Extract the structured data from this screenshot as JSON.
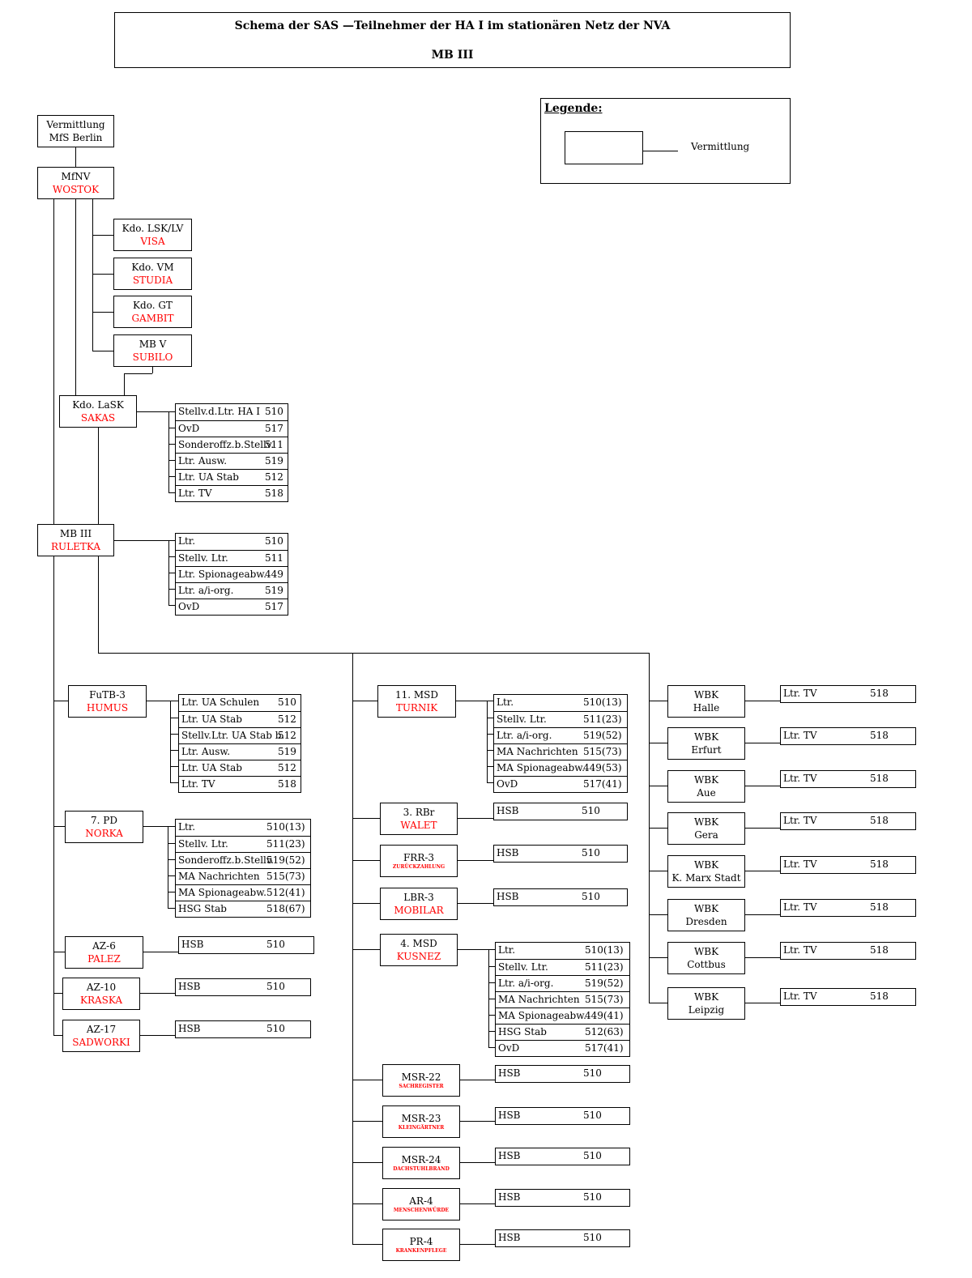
{
  "title": {
    "line1": "Schema der SAS —Teilnehmer der HA I im stationären Netz der NVA",
    "line2": "MB III"
  },
  "legend": {
    "title": "Legende:",
    "item": "Vermittlung"
  },
  "colors": {
    "codename": "#ff0000",
    "line": "#000000"
  },
  "nodes": {
    "mfs": {
      "name": "Vermittlung",
      "code": "MfS Berlin"
    },
    "mfnv": {
      "name": "MfNV",
      "code": "WOSTOK"
    },
    "lsk": {
      "name": "Kdo. LSK/LV",
      "code": "VISA"
    },
    "vm": {
      "name": "Kdo. VM",
      "code": "STUDIA"
    },
    "gt": {
      "name": "Kdo. GT",
      "code": "GAMBIT"
    },
    "mbv": {
      "name": "MB V",
      "code": "SUBILO"
    },
    "lask": {
      "name": "Kdo. LaSK",
      "code": "SAKAS"
    },
    "mb3": {
      "name": "MB III",
      "code": "RULETKA"
    },
    "futb3": {
      "name": "FuTB-3",
      "code": "HUMUS"
    },
    "pd7": {
      "name": "7. PD",
      "code": "NORKA"
    },
    "az6": {
      "name": "AZ-6",
      "code": "PALEZ"
    },
    "az10": {
      "name": "AZ-10",
      "code": "KRASKA"
    },
    "az17": {
      "name": "AZ-17",
      "code": "SADWORKI"
    },
    "msd11": {
      "name": "11. MSD",
      "code": "TURNIK"
    },
    "rbr3": {
      "name": "3. RBr",
      "code": "WALET"
    },
    "frr3": {
      "name": "FRR-3",
      "code": "ZURÜCKZAHLUNG"
    },
    "lbr3": {
      "name": "LBR-3",
      "code": "MOBILAR"
    },
    "msd4": {
      "name": "4. MSD",
      "code": "KUSNEZ"
    },
    "msr22": {
      "name": "MSR-22",
      "code": "SACHREGISTER"
    },
    "msr23": {
      "name": "MSR-23",
      "code": "KLEINGÄRTNER"
    },
    "msr24": {
      "name": "MSR-24",
      "code": "DACHSTUHLBRAND"
    },
    "ar4": {
      "name": "AR-4",
      "code": "MENSCHENWÜRDE"
    },
    "pr4": {
      "name": "PR-4",
      "code": "KRANKENPFLEGE"
    },
    "wbk_halle": {
      "name": "WBK",
      "code": "Halle"
    },
    "wbk_erfurt": {
      "name": "WBK",
      "code": "Erfurt"
    },
    "wbk_aue": {
      "name": "WBK",
      "code": "Aue"
    },
    "wbk_gera": {
      "name": "WBK",
      "code": "Gera"
    },
    "wbk_kms": {
      "name": "WBK",
      "code": "K. Marx Stadt"
    },
    "wbk_dresden": {
      "name": "WBK",
      "code": "Dresden"
    },
    "wbk_cottbus": {
      "name": "WBK",
      "code": "Cottbus"
    },
    "wbk_leipzig": {
      "name": "WBK",
      "code": "Leipzig"
    }
  },
  "tables": {
    "lask": [
      {
        "label": "Stellv.d.Ltr. HA I",
        "num": "510"
      },
      {
        "label": "OvD",
        "num": "517"
      },
      {
        "label": "Sonderoffz.b.Stellv.",
        "num": "511"
      },
      {
        "label": "Ltr. Ausw.",
        "num": "519"
      },
      {
        "label": "Ltr. UA Stab",
        "num": "512"
      },
      {
        "label": "Ltr. TV",
        "num": "518"
      }
    ],
    "mb3": [
      {
        "label": "Ltr.",
        "num": "510"
      },
      {
        "label": "Stellv. Ltr.",
        "num": "511"
      },
      {
        "label": "Ltr. Spionageabw.",
        "num": "449"
      },
      {
        "label": "Ltr. a/i-org.",
        "num": "519"
      },
      {
        "label": "OvD",
        "num": "517"
      }
    ],
    "futb3": [
      {
        "label": "Ltr. UA Schulen",
        "num": "510"
      },
      {
        "label": "Ltr. UA Stab",
        "num": "512"
      },
      {
        "label": "Stellv.Ltr. UA Stab b.",
        "num": "512"
      },
      {
        "label": "Ltr. Ausw.",
        "num": "519"
      },
      {
        "label": "Ltr. UA Stab",
        "num": "512"
      },
      {
        "label": "Ltr. TV",
        "num": "518"
      }
    ],
    "pd7": [
      {
        "label": "Ltr.",
        "num": "510(13)"
      },
      {
        "label": "Stellv. Ltr.",
        "num": "511(23)"
      },
      {
        "label": "Sonderoffz.b.Stellv.",
        "num": "519(52)"
      },
      {
        "label": "MA Nachrichten",
        "num": "515(73)"
      },
      {
        "label": "MA Spionageabw.",
        "num": "512(41)"
      },
      {
        "label": "HSG Stab",
        "num": "518(67)"
      }
    ],
    "msd11": [
      {
        "label": "Ltr.",
        "num": "510(13)"
      },
      {
        "label": "Stellv. Ltr.",
        "num": "511(23)"
      },
      {
        "label": "Ltr. a/i-org.",
        "num": "519(52)"
      },
      {
        "label": "MA Nachrichten",
        "num": "515(73)"
      },
      {
        "label": "MA Spionageabw.",
        "num": "449(53)"
      },
      {
        "label": "OvD",
        "num": "517(41)"
      }
    ],
    "msd4": [
      {
        "label": "Ltr.",
        "num": "510(13)"
      },
      {
        "label": "Stellv. Ltr.",
        "num": "511(23)"
      },
      {
        "label": "Ltr. a/i-org.",
        "num": "519(52)"
      },
      {
        "label": "MA Nachrichten",
        "num": "515(73)"
      },
      {
        "label": "MA Spionageabw.",
        "num": "449(41)"
      },
      {
        "label": "HSG Stab",
        "num": "512(63)"
      },
      {
        "label": "OvD",
        "num": "517(41)"
      }
    ],
    "hsb": [
      {
        "label": "HSB",
        "num": "510"
      }
    ],
    "wbk": [
      {
        "label": "Ltr. TV",
        "num": "518"
      }
    ]
  }
}
